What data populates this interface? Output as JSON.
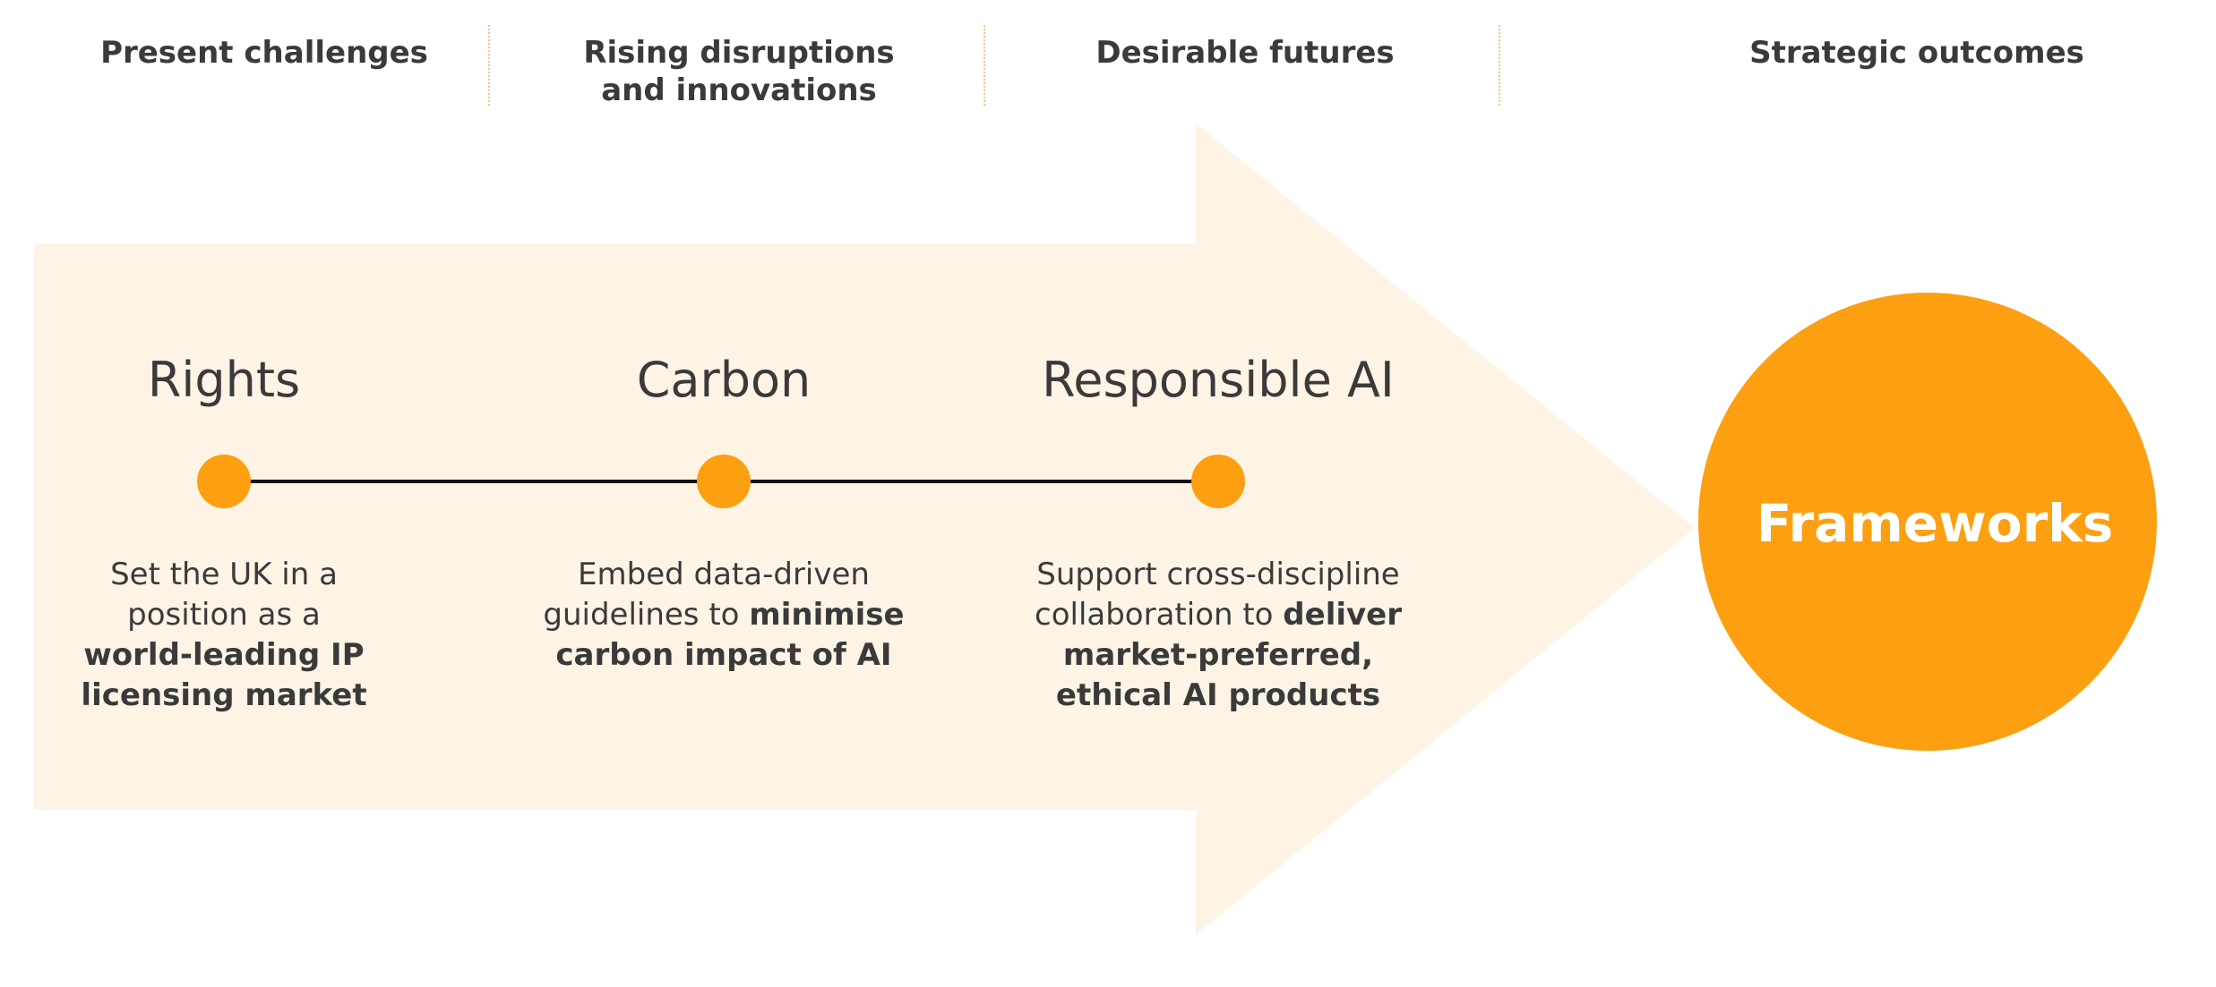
{
  "columns": [
    {
      "label_line1": "Present challenges",
      "label_line2": ""
    },
    {
      "label_line1": "Rising disruptions",
      "label_line2": "and innovations"
    },
    {
      "label_line1": "Desirable futures",
      "label_line2": ""
    },
    {
      "label_line1": "Strategic outcomes",
      "label_line2": ""
    }
  ],
  "themes": [
    {
      "title": "Rights",
      "desc_plain": "Set the UK in a position as a ",
      "desc_bold": "world-leading IP licensing market"
    },
    {
      "title": "Carbon",
      "desc_plain": "Embed data-driven guidelines to ",
      "desc_bold": "minimise carbon impact of AI"
    },
    {
      "title": "Responsible AI",
      "desc_plain": "Support cross-discipline collaboration to ",
      "desc_bold": "deliver market-preferred, ethical AI products"
    }
  ],
  "outcome": {
    "label": "Frameworks"
  },
  "colors": {
    "accent": "#fca011",
    "arrow_fill": "#fef4e6",
    "text": "#3a3a3a",
    "divider": "#f5c77a"
  }
}
